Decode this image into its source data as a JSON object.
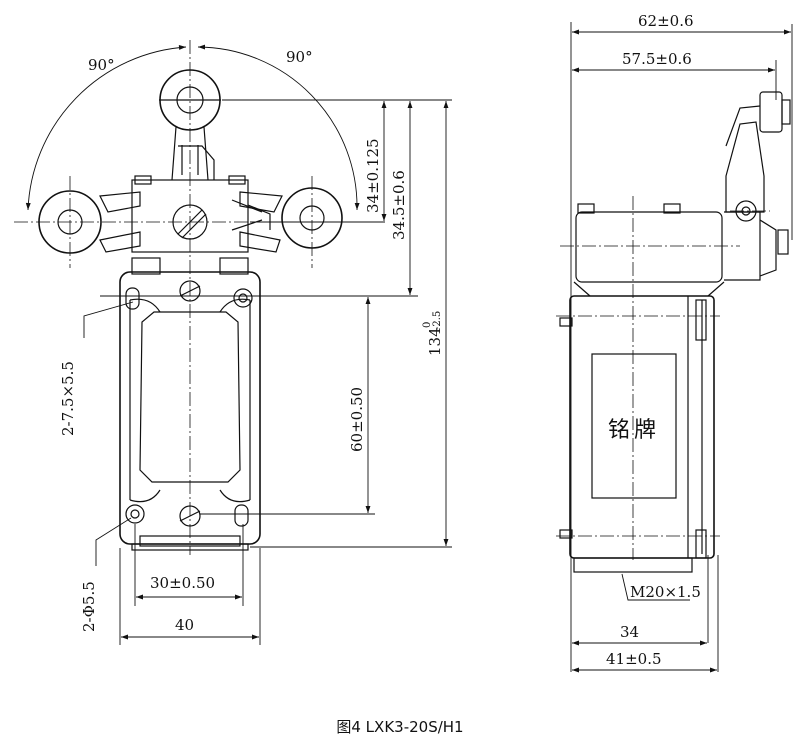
{
  "figure": {
    "caption": "图4  LXK3-20S/H1"
  },
  "front_view": {
    "angle_left": "90°",
    "angle_right": "90°",
    "dim_roller_to_head": "34±0.125",
    "dim_head_to_mount": "34.5±0.6",
    "dim_overall_height": "134",
    "dim_overall_height_tol_upper": "0",
    "dim_overall_height_tol_lower": "-2.5",
    "dim_hole_pitch_vertical": "60±0.50",
    "dim_slot": "2-7.5×5.5",
    "dim_hole": "2-Φ5.5",
    "dim_hole_pitch_horizontal": "30±0.50",
    "dim_width": "40"
  },
  "side_view": {
    "dim_width_outer": "62±0.6",
    "dim_width_inner": "57.5±0.6",
    "nameplate": "铭牌",
    "thread": "M20×1.5",
    "dim_body_depth": "34",
    "dim_total_depth": "41±0.5"
  }
}
